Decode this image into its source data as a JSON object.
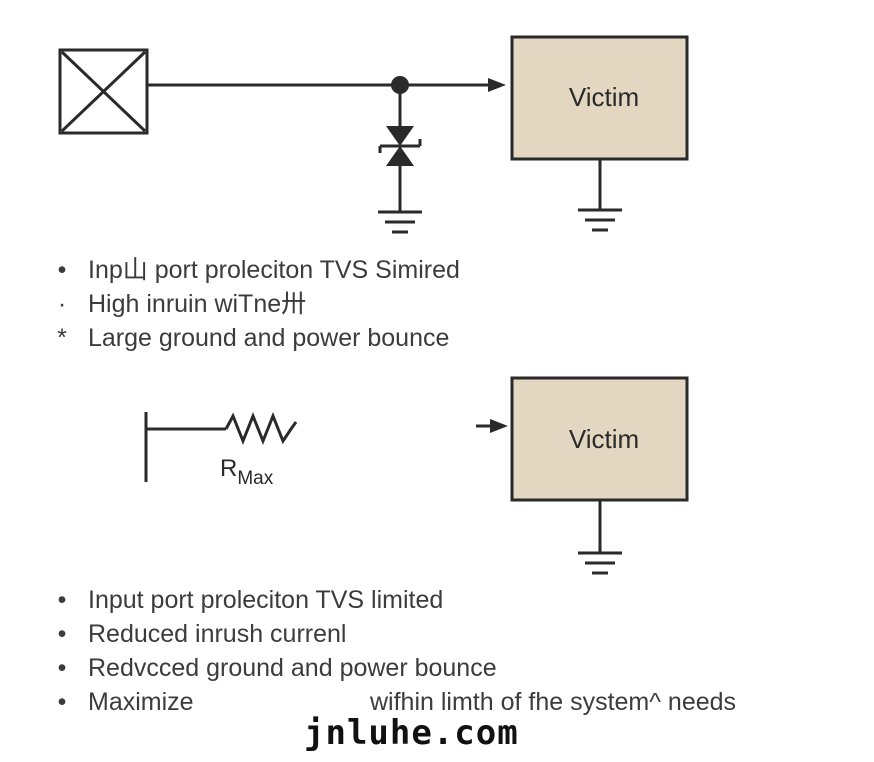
{
  "top_diagram": {
    "victim_label": "Victim"
  },
  "bottom_diagram": {
    "victim_label": "Victim",
    "resistor_label_main": "R",
    "resistor_label_sub": "Max"
  },
  "list_top": [
    {
      "marker": "•",
      "text": "Inp山 port proleciton TVS Simired"
    },
    {
      "marker": "·",
      "text": "High inruin wiTne卅"
    },
    {
      "marker": "*",
      "text": "Large ground and power bounce"
    }
  ],
  "list_bottom": [
    {
      "marker": "•",
      "text": "Input port proleciton TVS limited"
    },
    {
      "marker": "•",
      "text": "Reduced inrush currenl"
    },
    {
      "marker": "•",
      "text": "Redvcced ground and power bounce"
    },
    {
      "marker": "•",
      "text": "Maximize",
      "text_after": "wifhin limth of fhe system^ needs"
    }
  ],
  "watermark": "jnluhe.com",
  "colors": {
    "victim_fill": "#e3d7c1",
    "line": "#2a2a2a"
  }
}
